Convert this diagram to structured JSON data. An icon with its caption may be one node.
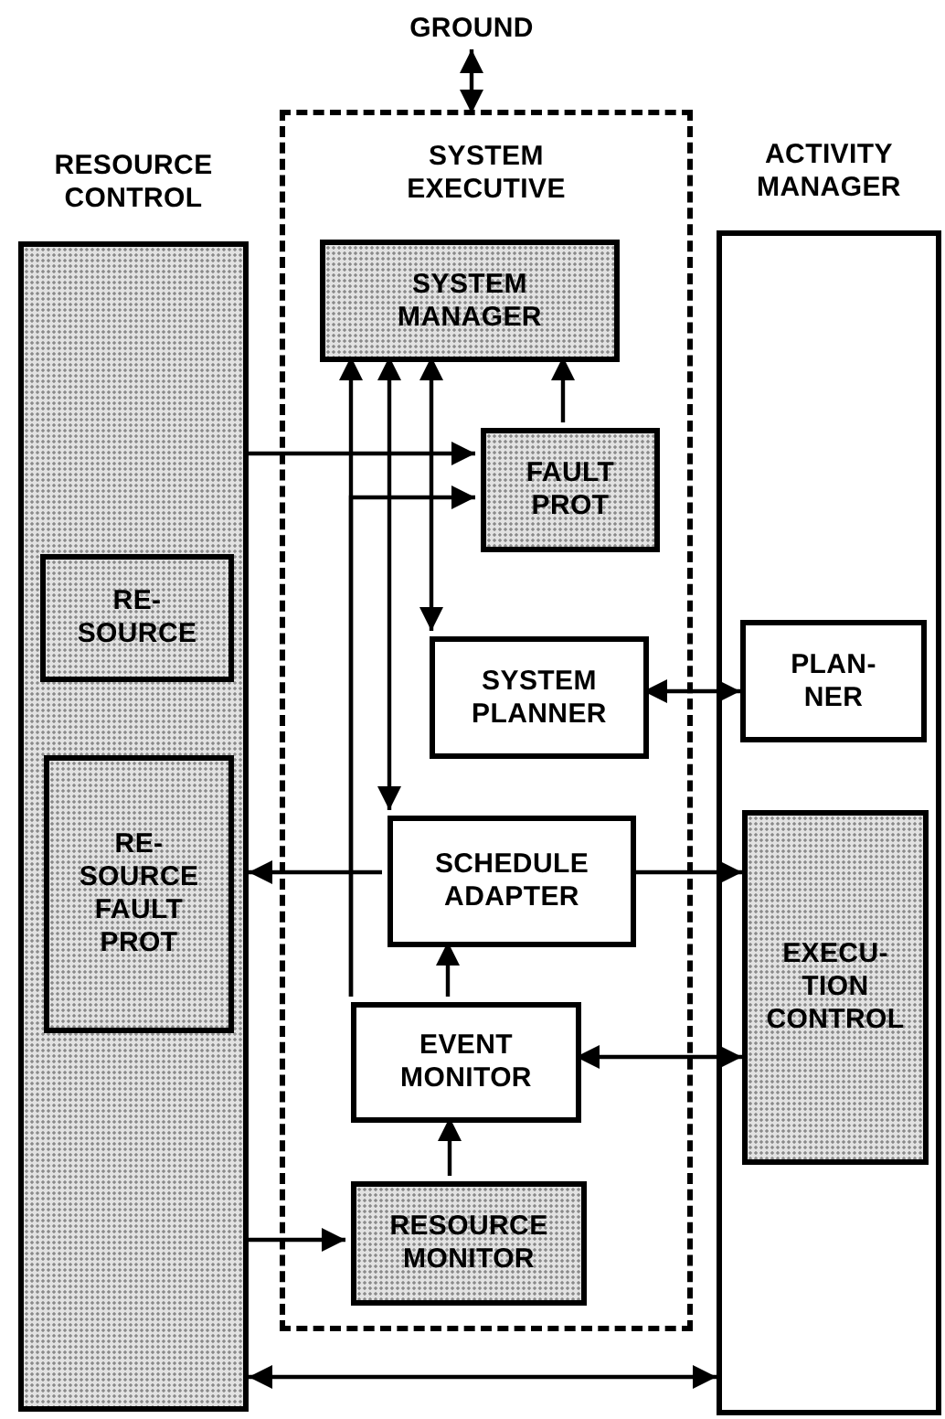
{
  "diagram": {
    "nodes": [
      {
        "text": [
          "GROUND"
        ]
      },
      {
        "text": [
          "RESOURCE CONTROL"
        ]
      },
      {
        "text": [
          "SYSTEM EXECUTIVE"
        ]
      },
      {
        "text": [
          "ACTIVITY MANAGER"
        ]
      },
      {
        "text": [
          "SYSTEM MANAGER"
        ],
        "in": 2
      },
      {
        "text": [
          "FAULT PROT"
        ],
        "in": 2
      },
      {
        "text": [
          "RE- SOURCE"
        ],
        "in": 1
      },
      {
        "text": [
          "SYSTEM PLANNER"
        ],
        "in": 2
      },
      {
        "text": [
          "PLAN- NER"
        ],
        "in": 3
      },
      {
        "text": [
          "RE- SOURCE FAULT PROT"
        ],
        "in": 1
      },
      {
        "text": [
          "SCHEDULE ADAPTER"
        ],
        "in": 2
      },
      {
        "text": [
          "EXECU- TION CONTROL"
        ],
        "in": 3
      },
      {
        "text": [
          "EVENT MONITOR"
        ],
        "in": 2
      },
      {
        "text": [
          "RESOURCE MONITOR"
        ],
        "in": 2
      }
    ],
    "edges": [
      {
        "from": 0,
        "to": 2,
        "arrow": "both"
      },
      {
        "from": 1,
        "to": 5,
        "arrow": "to"
      },
      {
        "from": 12,
        "to": 4,
        "arrow": "to"
      },
      {
        "from": 12,
        "to": 5,
        "arrow": "to"
      },
      {
        "from": 4,
        "to": 10,
        "arrow": "both"
      },
      {
        "from": 4,
        "to": 7,
        "arrow": "both"
      },
      {
        "from": 5,
        "to": 4,
        "arrow": "to"
      },
      {
        "from": 7,
        "to": 8,
        "arrow": "both"
      },
      {
        "from": 10,
        "to": 1,
        "arrow": "to"
      },
      {
        "from": 10,
        "to": 11,
        "arrow": "to"
      },
      {
        "from": 12,
        "to": 10,
        "arrow": "to"
      },
      {
        "from": 12,
        "to": 11,
        "arrow": "both"
      },
      {
        "from": 13,
        "to": 12,
        "arrow": "to"
      },
      {
        "from": 1,
        "to": 13,
        "arrow": "to"
      },
      {
        "from": 1,
        "to": 3,
        "arrow": "both"
      }
    ]
  }
}
